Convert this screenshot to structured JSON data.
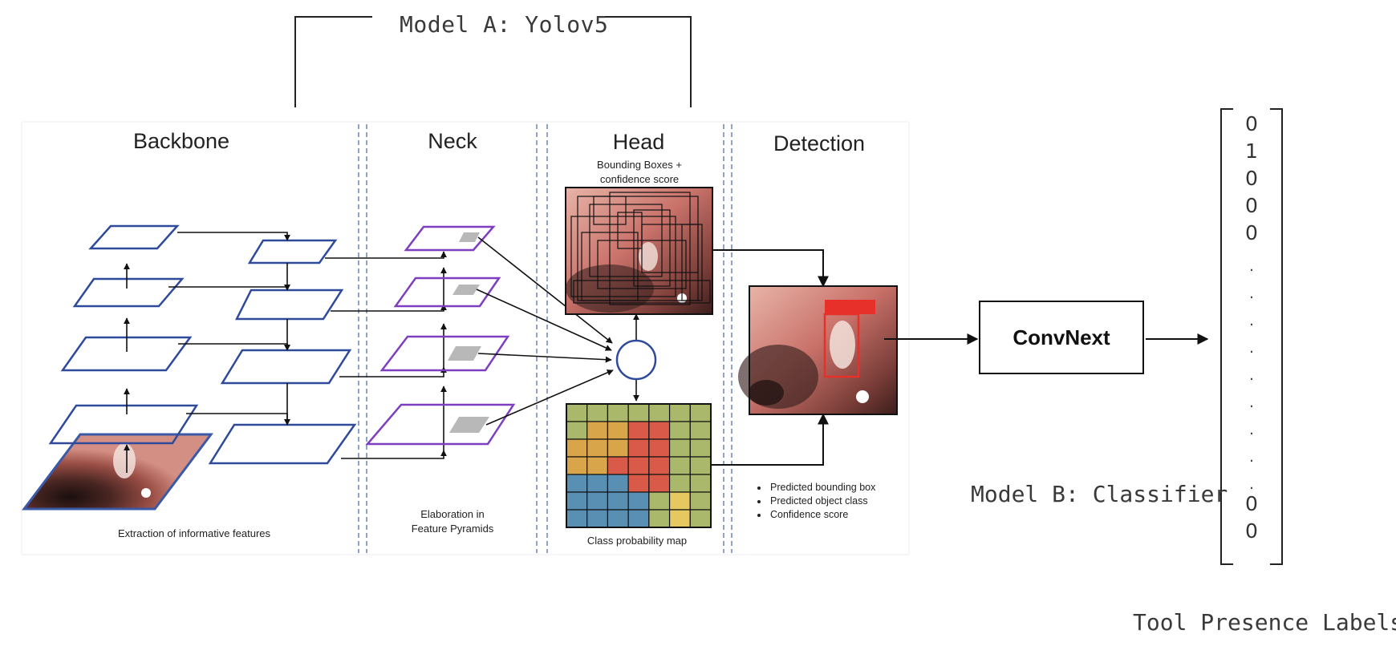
{
  "model_a": {
    "title": "Model A: Yolov5"
  },
  "sections": {
    "backbone": "Backbone",
    "neck": "Neck",
    "head": "Head",
    "detection": "Detection"
  },
  "head": {
    "bbox_caption_line1": "Bounding Boxes +",
    "bbox_caption_line2": "confidence score",
    "prob_map_caption": "Class probability map"
  },
  "backbone": {
    "caption": "Extraction of informative features"
  },
  "neck": {
    "caption_line1": "Elaboration in",
    "caption_line2": "Feature Pyramids"
  },
  "detection": {
    "bullets": [
      "Predicted bounding box",
      "Predicted object class",
      "Confidence score"
    ]
  },
  "classifier": {
    "box_label": "ConvNext",
    "model_b_title": "Model B: Classifier"
  },
  "output_vector": {
    "top_values": [
      "0",
      "1",
      "0",
      "0",
      "0"
    ],
    "ellipsis": [
      ".",
      ".",
      ".",
      ".",
      ".",
      ".",
      ".",
      ".",
      "."
    ],
    "bottom_values": [
      "0",
      "0"
    ],
    "caption": "Tool Presence Labels"
  },
  "colors": {
    "backbone_plane": "#2f4a9a",
    "neck_plane": "#7d3fbf",
    "divider": "#6b86b8",
    "arrow": "#111111",
    "bbox_tag": "#e8302a"
  },
  "prob_map": {
    "rows": 7,
    "cols": 7,
    "cells": [
      [
        "g",
        "g",
        "g",
        "g",
        "g",
        "g",
        "g"
      ],
      [
        "g",
        "o",
        "o",
        "r",
        "r",
        "g",
        "g"
      ],
      [
        "o",
        "o",
        "o",
        "r",
        "r",
        "g",
        "g"
      ],
      [
        "o",
        "o",
        "r",
        "r",
        "r",
        "g",
        "g"
      ],
      [
        "b",
        "b",
        "b",
        "r",
        "r",
        "g",
        "g"
      ],
      [
        "b",
        "b",
        "b",
        "b",
        "g",
        "y",
        "g"
      ],
      [
        "b",
        "b",
        "b",
        "b",
        "g",
        "y",
        "g"
      ]
    ],
    "palette": {
      "g": "#a9b86a",
      "o": "#d9a54a",
      "r": "#d95a48",
      "b": "#5a8fb4",
      "y": "#e6c860"
    }
  }
}
